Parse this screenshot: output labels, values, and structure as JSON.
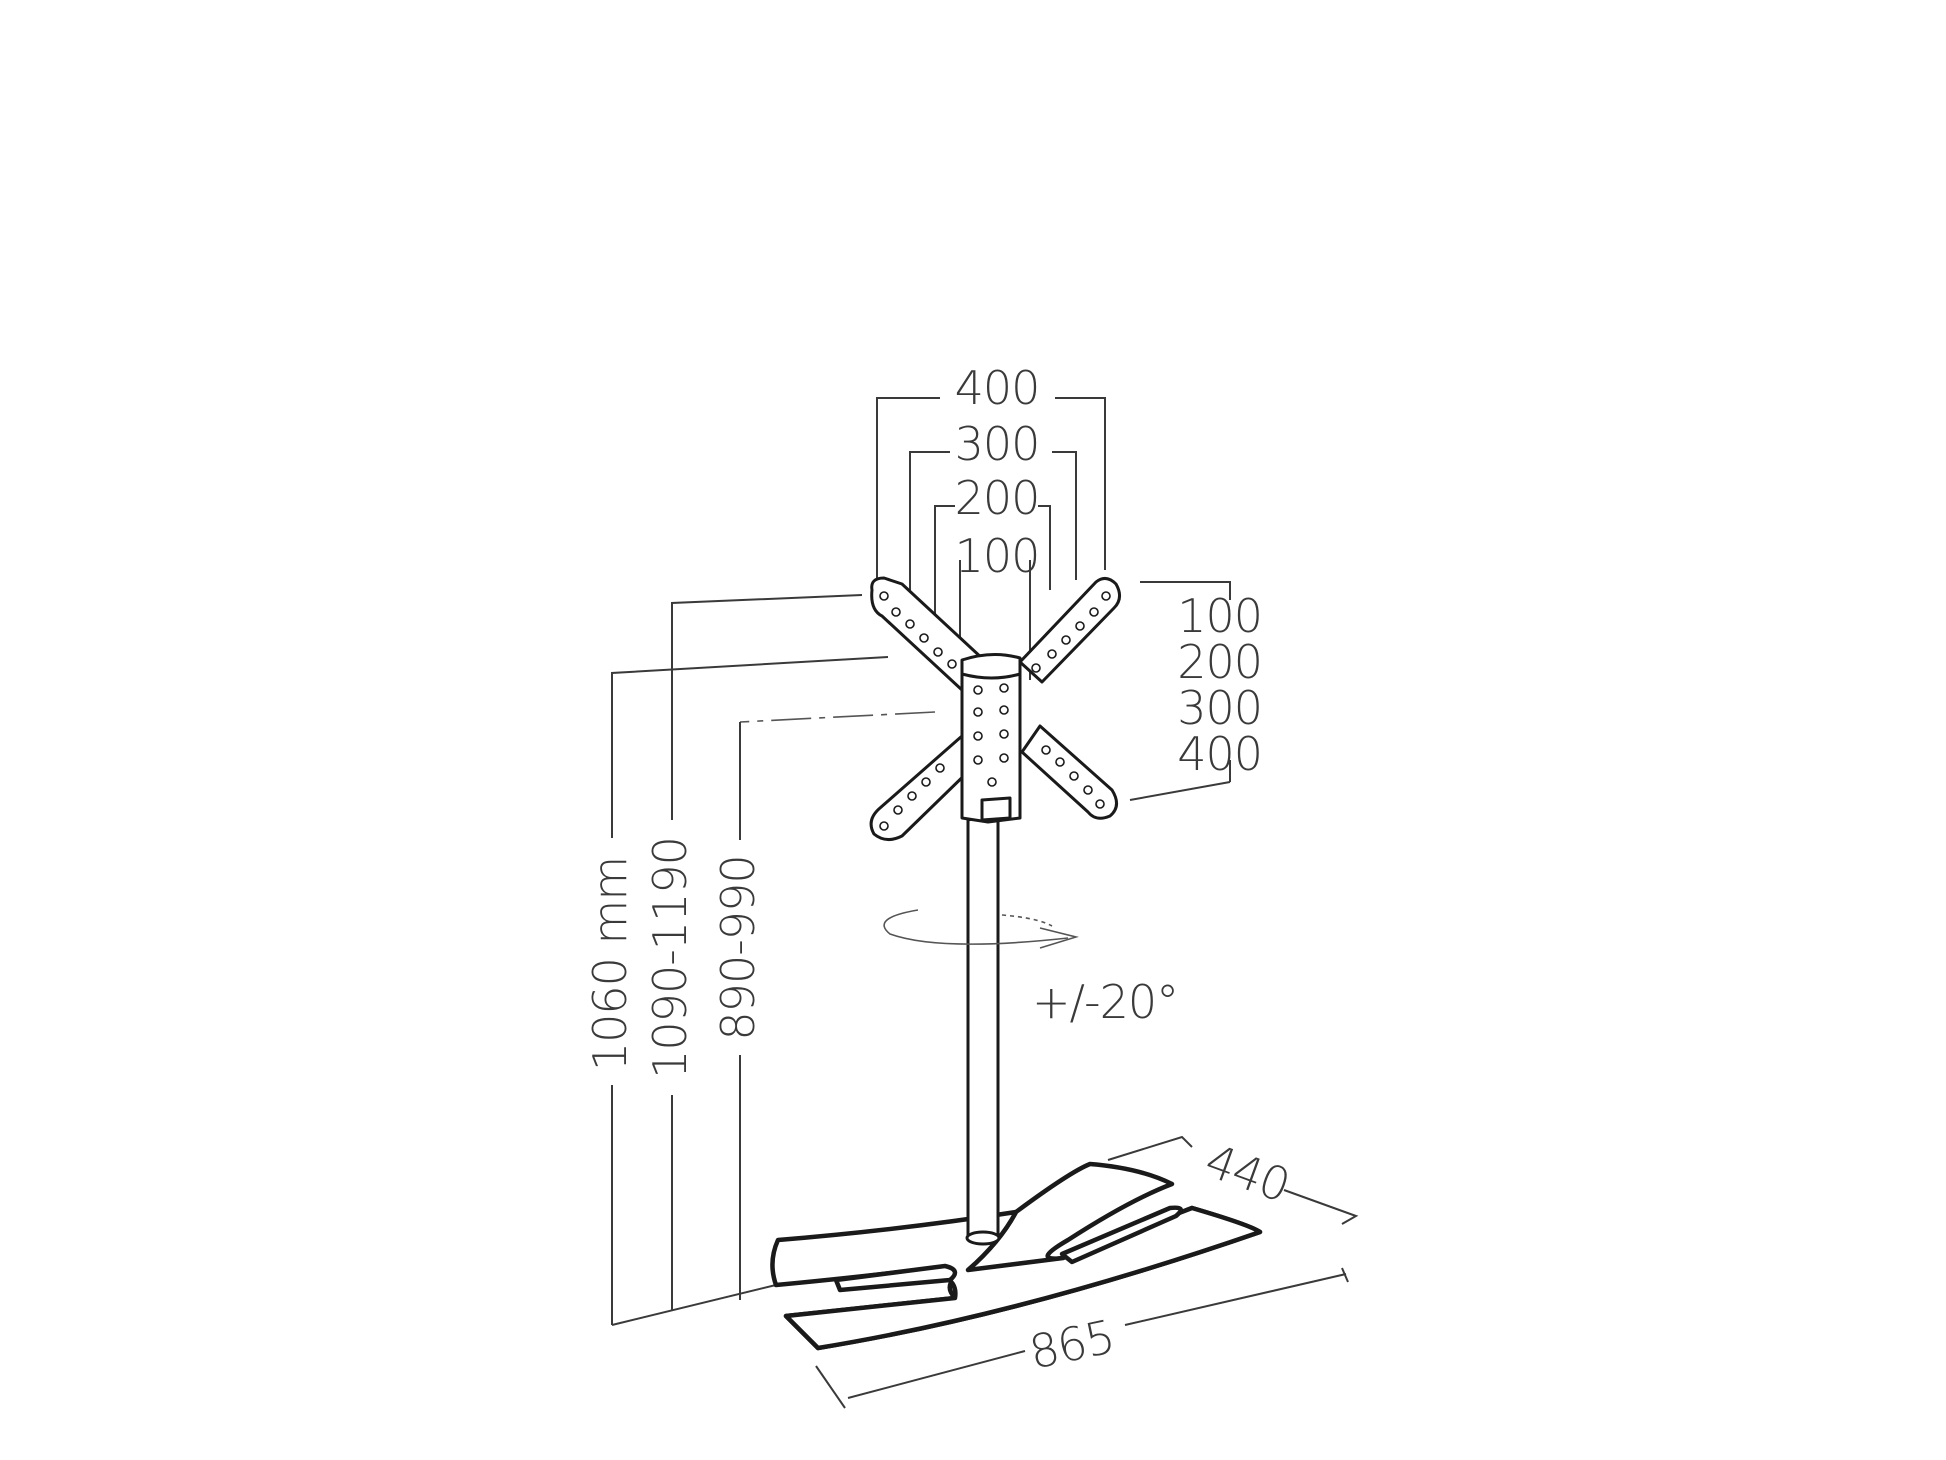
{
  "vesa_width_labels": [
    "400",
    "300",
    "200",
    "100"
  ],
  "vesa_height_labels": [
    "100",
    "200",
    "300",
    "400"
  ],
  "height_labels": {
    "overall": "1060 mm",
    "top_range": "1090-1190",
    "bottom_range": "890-990"
  },
  "rotation_label": "+/-20°",
  "base_depth_label": "440",
  "base_width_label": "865",
  "line_color": "#1a1a1a",
  "text_color": "#3a3a3a"
}
